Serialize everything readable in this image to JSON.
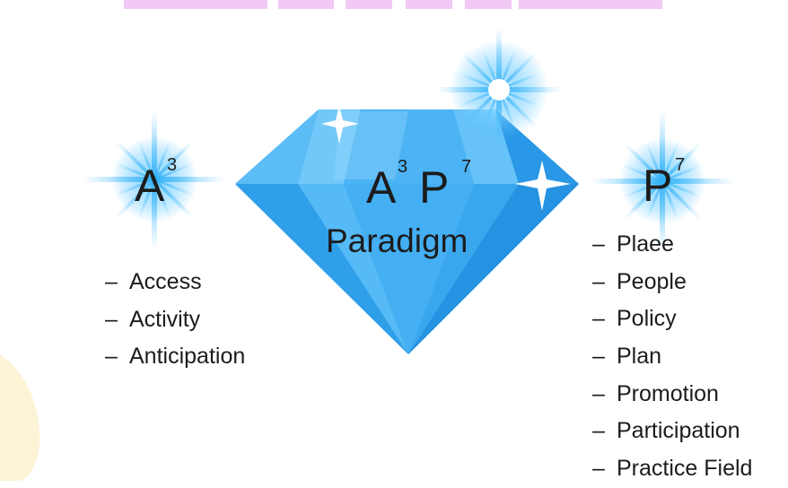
{
  "colors": {
    "diamond_main": "#39a9f0",
    "diamond_light": "#7ccdfb",
    "diamond_dark": "#1f8fe0",
    "sparkle": "#5ec6ff",
    "text": "#1c1c1c",
    "top_strip": "#f2c8f4",
    "cream": "#fdf3d6"
  },
  "center": {
    "a": "A",
    "a_sup": "3",
    "p": "P",
    "p_sup": "7",
    "word": "Paradigm"
  },
  "left": {
    "title": "A",
    "title_sup": "3",
    "items": [
      {
        "dash": "–",
        "label": "Access"
      },
      {
        "dash": "–",
        "label": "Activity"
      },
      {
        "dash": "–",
        "label": "Anticipation"
      }
    ]
  },
  "right": {
    "title": "P",
    "title_sup": "7",
    "items": [
      {
        "dash": "–",
        "label": "Plaee"
      },
      {
        "dash": "–",
        "label": "People"
      },
      {
        "dash": "–",
        "label": "Policy"
      },
      {
        "dash": "–",
        "label": "Plan"
      },
      {
        "dash": "–",
        "label": "Promotion"
      },
      {
        "dash": "–",
        "label": "Participation"
      },
      {
        "dash": "–",
        "label": "Practice Field"
      }
    ]
  }
}
